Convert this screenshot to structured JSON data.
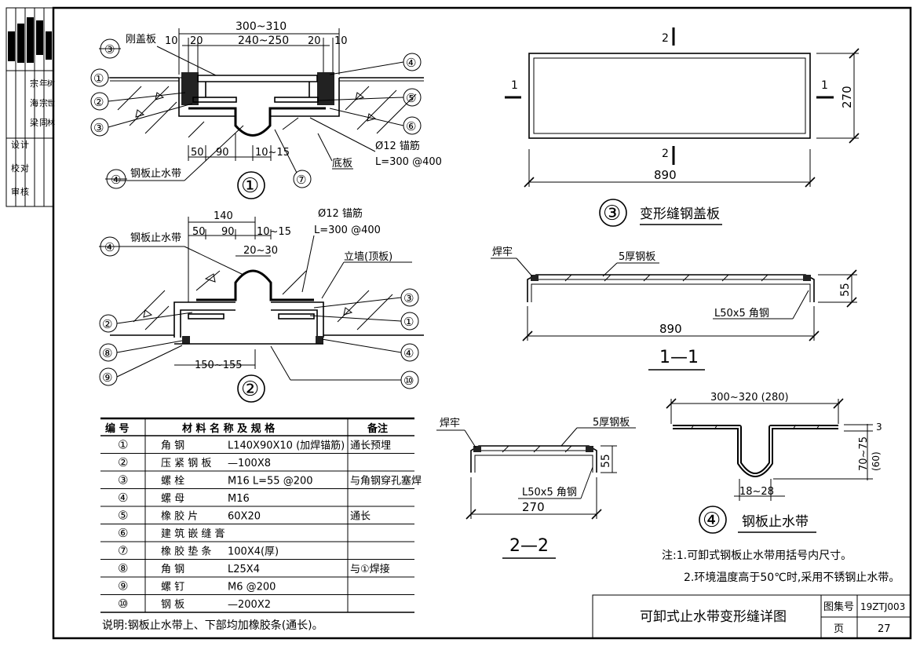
{
  "sign_column": {
    "roles_top": [
      "审",
      "核",
      "校",
      "对",
      "设",
      "计"
    ],
    "col1": [
      "审",
      "校",
      "设"
    ],
    "col2": [
      "核",
      "对",
      "计"
    ],
    "col3": [
      "梁",
      "海",
      "宗"
    ],
    "col4": [
      "同",
      "宗",
      "年"
    ],
    "col5": [
      "林",
      "世",
      "树"
    ]
  },
  "detail1": {
    "label": "①",
    "dims": {
      "overall": "300~310",
      "inner": "240~250",
      "d10a": "10",
      "d20a": "20",
      "d20b": "20",
      "d10b": "10",
      "b50": "50",
      "b90": "90",
      "b10_15": "10~15"
    },
    "texts": {
      "cover_plate": "刚盖板",
      "steel_waterstop": "钢板止水带",
      "bottom_slab": "底板",
      "anchor": "Ø12 锚筋",
      "anchor_spacing": "L=300 @400"
    },
    "callouts": [
      "③",
      "①",
      "②",
      "③",
      "④",
      "⑤",
      "④",
      "⑥",
      "⑦"
    ]
  },
  "detail2": {
    "label": "②",
    "dims": {
      "w140": "140",
      "b50": "50",
      "b90": "90",
      "b10_15": "10~15",
      "gap": "20~30",
      "bottom": "150~155"
    },
    "texts": {
      "steel_waterstop": "钢板止水带",
      "anchor": "Ø12 锚筋",
      "anchor_spacing": "L=300 @400",
      "wall": "立墙(顶板)"
    },
    "callouts": [
      "④",
      "②",
      "⑧",
      "⑨",
      "③",
      "①",
      "④",
      "⑩"
    ]
  },
  "detail3": {
    "label": "③",
    "title": "变形缝钢盖板",
    "dim_w": "890",
    "dim_h": "270",
    "sec1": "1",
    "sec2": "2"
  },
  "section11": {
    "title": "1—1",
    "weld": "焊牢",
    "plate": "5厚钢板",
    "angle": "L50x5 角钢",
    "dim_w": "890",
    "dim_h": "55"
  },
  "section22": {
    "title": "2—2",
    "weld": "焊牢",
    "plate": "5厚钢板",
    "angle": "L50x5 角钢",
    "dim_w": "270",
    "dim_h": "55"
  },
  "detail4": {
    "label": "④",
    "title": "钢板止水带",
    "dim_top": "300~320 (280)",
    "dim_depth": "70~75",
    "dim_depth_alt": "(60)",
    "dim_t": "3",
    "dim_bottom": "18~28"
  },
  "notes": {
    "line1": "注:1.可卸式钢板止水带用括号内尺寸。",
    "line2": "2.环境温度高于50℃时,采用不锈钢止水带。"
  },
  "material_table": {
    "headers": [
      "编 号",
      "材 料 名 称 及 规 格",
      "备注"
    ],
    "rows": [
      {
        "no": "①",
        "name": "角  钢",
        "spec": "L140X90X10  (加焊锚筋)",
        "remark": "通长预埋"
      },
      {
        "no": "②",
        "name": "压 紧 钢 板",
        "spec": "—100X8",
        "remark": ""
      },
      {
        "no": "③",
        "name": "螺  栓",
        "spec": "M16  L=55 @200",
        "remark": "与角钢穿孔塞焊"
      },
      {
        "no": "④",
        "name": "螺  母",
        "spec": "M16",
        "remark": ""
      },
      {
        "no": "⑤",
        "name": "橡 胶 片",
        "spec": "60X20",
        "remark": "通长"
      },
      {
        "no": "⑥",
        "name": "建 筑 嵌 缝 膏",
        "spec": "",
        "remark": ""
      },
      {
        "no": "⑦",
        "name": "橡 胶 垫 条",
        "spec": "100X4(厚)",
        "remark": ""
      },
      {
        "no": "⑧",
        "name": "角  钢",
        "spec": "L25X4",
        "remark": "与①焊接"
      },
      {
        "no": "⑨",
        "name": "螺  钉",
        "spec": "M6 @200",
        "remark": ""
      },
      {
        "no": "⑩",
        "name": "钢  板",
        "spec": "—200X2",
        "remark": ""
      }
    ],
    "footnote": "说明:钢板止水带上、下部均加橡胶条(通长)。"
  },
  "title_block": {
    "drawing_title": "可卸式止水带变形缝详图",
    "atlas_label": "图集号",
    "atlas_no": "19ZTJ003",
    "page_label": "页",
    "page_no": "27"
  }
}
